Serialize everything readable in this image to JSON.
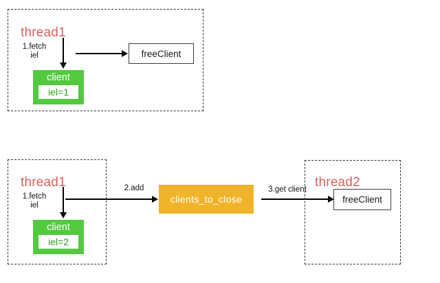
{
  "diagram": {
    "title_colors": {
      "thread_label": "#d9605c",
      "client_green": "#52c93f",
      "client_inner_text": "#2f9e22",
      "queue_orange": "#f0b42b",
      "arrow": "#000000",
      "dashed_border": "#333333",
      "background": "#ffffff"
    },
    "top_scenario": {
      "thread_label": "thread1",
      "fetch_label": "1.fetch\niel",
      "client_node": {
        "title": "client",
        "value": "iel=1"
      },
      "free_client_node": "freeClient"
    },
    "bottom_scenario": {
      "thread1_label": "thread1",
      "thread2_label": "thread2",
      "fetch_label": "1.fetch\niel",
      "add_label": "2.add",
      "get_client_label": "3.get client",
      "client_node": {
        "title": "client",
        "value": "iel=2"
      },
      "queue_node": "clients_to_close",
      "free_client_node": "freeClient"
    }
  }
}
